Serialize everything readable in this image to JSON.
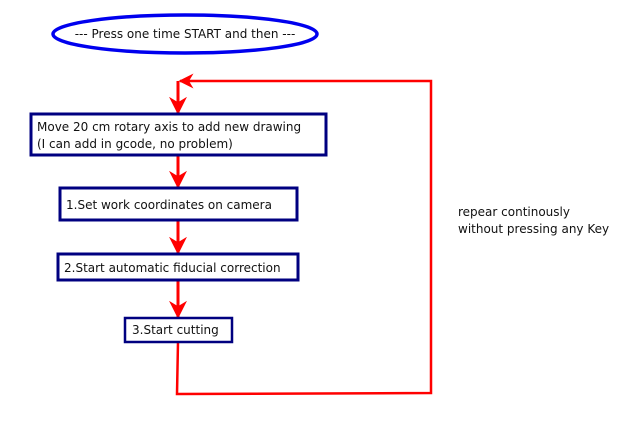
{
  "header": {
    "label": "--- Press one time START  and then ---"
  },
  "steps": [
    {
      "line1": "Move 20 cm rotary axis to add new drawing",
      "line2": "(I can add in gcode, no problem)"
    },
    {
      "label": "1.Set work coordinates on camera"
    },
    {
      "label": "2.Start automatic fiducial correction"
    },
    {
      "label": "3.Start cutting"
    }
  ],
  "loop_note": {
    "line1": "repear continously",
    "line2": "without pressing any Key"
  },
  "colors": {
    "ellipse": "#0000ee",
    "box": "#000080",
    "arrow": "#ff0000"
  }
}
